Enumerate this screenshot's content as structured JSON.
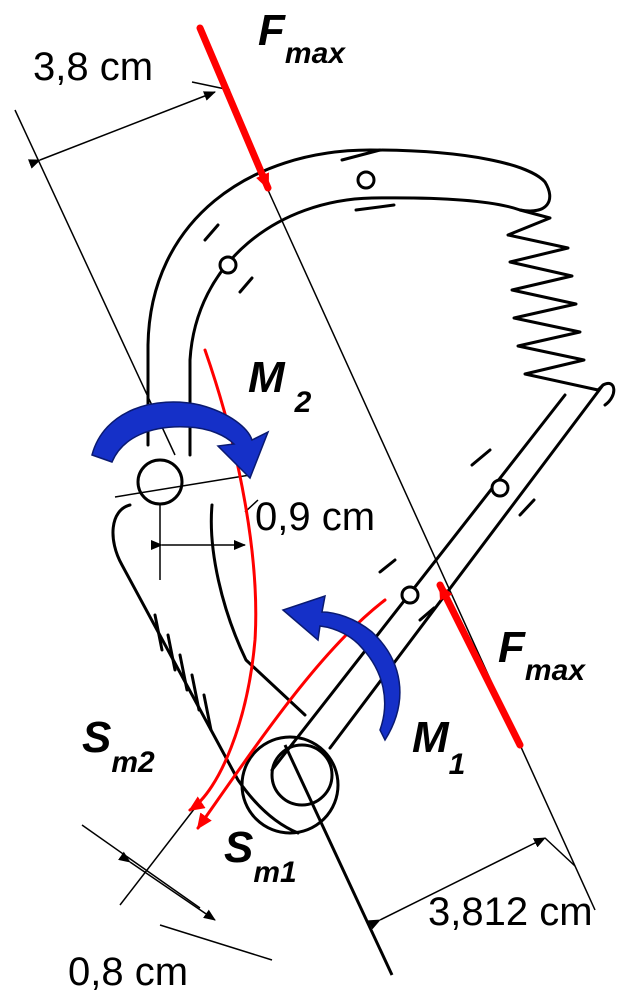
{
  "dimensions": {
    "top_width": "3,8 cm",
    "offset_m2": "0,9 cm",
    "bottom_width": "3,812 cm",
    "offset_sm": "0,8 cm"
  },
  "forces": {
    "top": {
      "symbol": "F",
      "subscript": "max"
    },
    "bottom": {
      "symbol": "F",
      "subscript": "max"
    }
  },
  "moments": {
    "m2": {
      "symbol": "M",
      "subscript": "2"
    },
    "m1": {
      "symbol": "M",
      "subscript": "1"
    }
  },
  "lines_of_action": {
    "sm2": {
      "symbol": "S",
      "subscript": "m2"
    },
    "sm1": {
      "symbol": "S",
      "subscript": "m1"
    }
  },
  "colors": {
    "force": "#ff0000",
    "moment": "#1530c8",
    "structure": "#000000"
  }
}
